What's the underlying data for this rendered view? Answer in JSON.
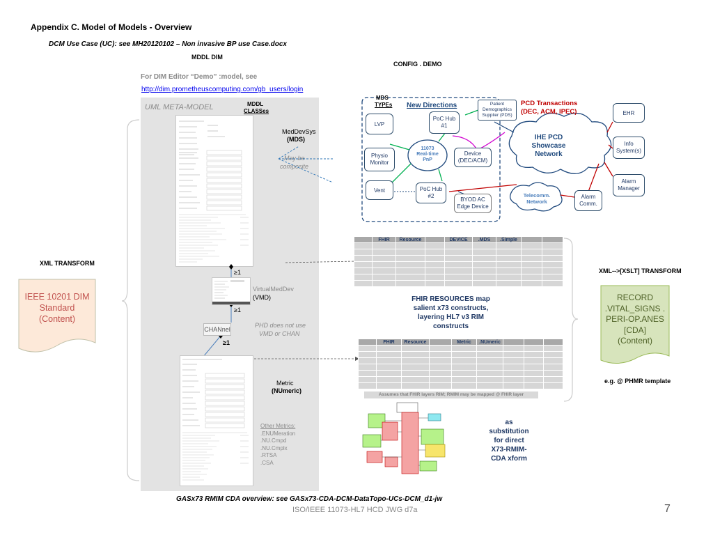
{
  "header": {
    "title": "Appendix C.  Model of Models - Overview",
    "subtitle": "DCM Use Case (UC):  see MH20120102 – Non invasive BP use Case.docx",
    "mddl_dim": "MDDL DIM",
    "config_demo": "CONFIG . DEMO",
    "dim_editor": "For DIM Editor “Demo” :model, see",
    "dim_link": "http://dim.prometheuscomputing.com/gb_users/login"
  },
  "meta_model": {
    "title": "UML META-MODEL",
    "mddl_classes_1": "MDDL",
    "mddl_classes_2": "CLASSes",
    "medsys_1": "MedDevSys",
    "medsys_2": "(MDS)",
    "may_be_1": "May be",
    "may_be_2": "composite",
    "ge1_a": "≥1",
    "vmd_1": "VirtualMedDev",
    "vmd_2": "(VMD)",
    "ge1_b": "≥1",
    "chan": "CHANnel",
    "phd_1": "PHD does not use",
    "phd_2": "VMD or CHAN",
    "ge1_c": "≥1",
    "metric_1": "Metric",
    "metric_2": "(NUmeric)",
    "other_metrics": [
      "Other Metrics:",
      ".ENUMeration",
      ".NU.Cmpd",
      ".NU.Cmplx",
      ".RTSA",
      ".CSA"
    ]
  },
  "left": {
    "xml_transform": "XML TRANSFORM",
    "ieee_box": [
      "IEEE 10201 DIM",
      "Standard",
      "(Content)"
    ]
  },
  "right": {
    "xslt_transform": "XML-->[XSLT] TRANSFORM",
    "record_box": [
      "RECORD",
      ".VITAL_SIGNS  .",
      "PERI-OP.ANES",
      "[CDA]",
      "(Content)"
    ],
    "phmr": "e.g. @ PHMR template"
  },
  "fhir": {
    "table1_header": [
      "",
      "FHIR",
      "Resource",
      "",
      "DEVICE",
      ".MDS",
      ".Simple",
      "",
      ""
    ],
    "table2_header": [
      "",
      "FHIR",
      "Resource",
      "",
      "Metric",
      ".NUmeric",
      "",
      "",
      ""
    ],
    "desc": [
      "FHIR RESOURCES map",
      "salient x73 constructs,",
      "layering HL7 v3 RIM",
      "constructs"
    ],
    "assumes": "Assumes that FHIR layers RIM; RMIM may be mapped @ FHIR layer",
    "substitution": [
      "as",
      "substitution",
      "for direct",
      "X73-RMIM-",
      "CDA xform"
    ]
  },
  "demo": {
    "mds_types_1": "MDS",
    "mds_types_2": "TYPEs",
    "new_directions": "New Directions",
    "lvp": "LVP",
    "physio": [
      "Physio",
      "Monitor"
    ],
    "vent": "Vent",
    "poc1": [
      "PoC Hub",
      "#1"
    ],
    "poc2": [
      "PoC Hub",
      "#2"
    ],
    "realtime": [
      "11073",
      "Real-time",
      "PnP"
    ],
    "device": [
      "Device",
      "(DEC/ACM)"
    ],
    "byod": [
      "BYOD AC",
      "Edge Device"
    ],
    "pds": [
      "Patient",
      "Demographics",
      "Supplier (PDS)"
    ],
    "pcd_tx": [
      "PCD Transactions",
      "(DEC, ACM, IPEC)"
    ],
    "ihe": [
      "IHE PCD",
      "Showcase",
      "Network"
    ],
    "telecomm": [
      "Telecomm.",
      "Network"
    ],
    "alarm_comm": [
      "Alarm",
      "Comm."
    ],
    "ehr": "EHR",
    "info": [
      "Info",
      "System(s)"
    ],
    "alarm_mgr": [
      "Alarm",
      "Manager"
    ]
  },
  "footer": {
    "gas": "GASx73 RMIM CDA overview:  see GASx73-CDA-DCM-DataTopo-UCs-DCM_d1-jw",
    "iso": "ISO/IEEE 11073-HL7 HCD JWG d7a",
    "page": "7"
  },
  "colors": {
    "ieee_fill": "#fde9d9",
    "ieee_text": "#c0504d",
    "record_fill": "#d7e4bc",
    "record_text": "#4f6228",
    "demo_red": "#c00000",
    "demo_blue": "#1f497d"
  }
}
